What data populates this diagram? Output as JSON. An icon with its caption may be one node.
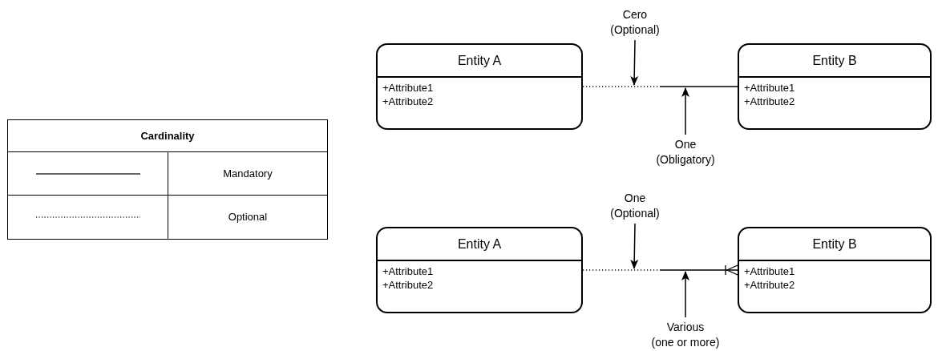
{
  "diagram": {
    "nodes": [
      {
        "text": [
          "Entity A",
          "+Attribute1",
          "+Attribute2"
        ]
      },
      {
        "text": [
          "Entity B",
          "+Attribute1",
          "+Attribute2"
        ]
      },
      {
        "text": [
          "Cero",
          "(Optional)"
        ]
      },
      {
        "text": [
          "One",
          "(Obligatory)"
        ]
      },
      {
        "text": [
          "Entity A",
          "+Attribute1",
          "+Attribute2"
        ]
      },
      {
        "text": [
          "Entity B",
          "+Attribute1",
          "+Attribute2"
        ]
      },
      {
        "text": [
          "One",
          "(Optional)"
        ]
      },
      {
        "text": [
          "Various",
          "(one or more)"
        ]
      }
    ],
    "edges": [
      {
        "from": 0,
        "to": 1,
        "arrow": "none",
        "style": "dashed"
      },
      {
        "from": 2,
        "to": null,
        "arrow": "to"
      },
      {
        "from": 3,
        "to": null,
        "arrow": "to"
      },
      {
        "from": 4,
        "to": 5,
        "arrow": "other",
        "style": "dashed"
      },
      {
        "from": 6,
        "to": null,
        "arrow": "to"
      },
      {
        "from": 7,
        "to": null,
        "arrow": "to"
      }
    ],
    "labels": [
      "Cardinality"
    ],
    "legend": [
      {
        "text": "Mandatory"
      },
      {
        "text": "Optional"
      }
    ]
  }
}
